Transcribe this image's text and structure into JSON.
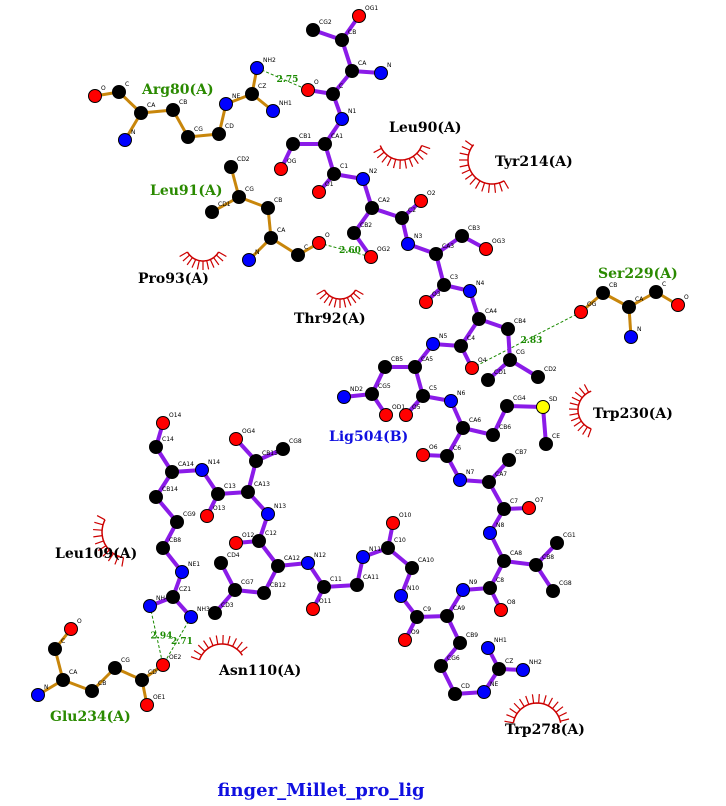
{
  "title": "finger_Millet_pro_lig",
  "colors": {
    "ligand_bond": "#8a1be8",
    "residue_bond": "#c8860b",
    "carbon": "#000000",
    "oxygen": "#ff0000",
    "nitrogen": "#0000ff",
    "sulfur": "#ffff00",
    "hbond": "#1a8a00",
    "hydrophobic": "#cc0000",
    "hbond_residue": "#2a8a00",
    "hydrophobic_residue": "#000000",
    "ligand_label": "#1010e0"
  },
  "residues": {
    "arg80": "Arg80(A)",
    "leu90": "Leu90(A)",
    "tyr214": "Tyr214(A)",
    "leu91": "Leu91(A)",
    "pro93": "Pro93(A)",
    "thr92": "Thr92(A)",
    "ser229": "Ser229(A)",
    "lig504": "Lig504(B)",
    "trp230": "Trp230(A)",
    "leu109": "Leu109(A)",
    "asn110": "Asn110(A)",
    "glu234": "Glu234(A)",
    "trp278": "Trp278(A)"
  },
  "hbonds": {
    "h1": "2.75",
    "h2": "2.60",
    "h3": "2.83",
    "h4": "2.94",
    "h5": "2.71"
  },
  "atoms": {
    "lOG1": [
      "OG1",
      "O"
    ],
    "lCG2": [
      "CG2",
      "C"
    ],
    "lCB": [
      "CB",
      "C"
    ],
    "lCA": [
      "CA",
      "C"
    ],
    "lN": [
      "N",
      "N"
    ],
    "lC": [
      "C",
      "C"
    ],
    "lO": [
      "O",
      "O"
    ],
    "lN1": [
      "N1",
      "N"
    ],
    "lCA1": [
      "CA1",
      "C"
    ],
    "lCB1": [
      "CB1",
      "C"
    ],
    "lOG": [
      "OG",
      "O"
    ],
    "lC1": [
      "C1",
      "C"
    ],
    "lO1": [
      "O1",
      "O"
    ],
    "lN2": [
      "N2",
      "N"
    ],
    "lCA2": [
      "CA2",
      "C"
    ],
    "lC2": [
      "C2",
      "C"
    ],
    "lO2": [
      "O2",
      "O"
    ],
    "lCB2": [
      "CB2",
      "C"
    ],
    "lOG2": [
      "OG2",
      "O"
    ],
    "lN3": [
      "N3",
      "N"
    ],
    "lCA3": [
      "CA3",
      "C"
    ],
    "lCB3": [
      "CB3",
      "C"
    ],
    "lOG3": [
      "OG3",
      "O"
    ],
    "lC3": [
      "C3",
      "C"
    ],
    "lO3": [
      "O3",
      "O"
    ],
    "lN4": [
      "N4",
      "N"
    ],
    "lCA4": [
      "CA4",
      "C"
    ],
    "lCB4": [
      "CB4",
      "C"
    ],
    "lCG": [
      "CG",
      "C"
    ],
    "lCD1": [
      "CD1",
      "C"
    ],
    "lCD2": [
      "CD2",
      "C"
    ],
    "lC4": [
      "C4",
      "C"
    ],
    "lO4": [
      "O4",
      "O"
    ],
    "lN5": [
      "N5",
      "N"
    ],
    "lCA5": [
      "CA5",
      "C"
    ],
    "lCB5": [
      "CB5",
      "C"
    ],
    "lCG5": [
      "CG5",
      "C"
    ],
    "lN15": [
      "ND2",
      "N"
    ],
    "lOD": [
      "OD1",
      "O"
    ],
    "lC5": [
      "C5",
      "C"
    ],
    "lO5": [
      "O5",
      "O"
    ],
    "lN6": [
      "N6",
      "N"
    ],
    "lCA6": [
      "CA6",
      "C"
    ],
    "lCB6": [
      "CB6",
      "C"
    ],
    "lCG4": [
      "CG4",
      "C"
    ],
    "lSD": [
      "SD",
      "S"
    ],
    "lCE": [
      "CE",
      "C"
    ],
    "lC6": [
      "C6",
      "C"
    ],
    "lO6": [
      "O6",
      "O"
    ],
    "lN7": [
      "N7",
      "N"
    ],
    "lCA7": [
      "CA7",
      "C"
    ],
    "lCB7": [
      "CB7",
      "C"
    ],
    "lC7": [
      "C7",
      "C"
    ],
    "lO7": [
      "O7",
      "O"
    ],
    "lN8": [
      "N8",
      "N"
    ],
    "lCA8": [
      "CA8",
      "C"
    ],
    "lCB8": [
      "CB8",
      "C"
    ],
    "lCG1": [
      "CG1",
      "C"
    ],
    "lCG8": [
      "CG8",
      "C"
    ],
    "lC8": [
      "C8",
      "C"
    ],
    "lO8": [
      "O8",
      "O"
    ],
    "lN9": [
      "N9",
      "N"
    ],
    "lCA9": [
      "CA9",
      "C"
    ],
    "lCB9": [
      "CB9",
      "C"
    ],
    "lCG6": [
      "CG6",
      "C"
    ],
    "lCDr": [
      "CD",
      "C"
    ],
    "lNE": [
      "NE",
      "N"
    ],
    "lCZ": [
      "CZ",
      "C"
    ],
    "lNH1": [
      "NH1",
      "N"
    ],
    "lNH2": [
      "NH2",
      "N"
    ],
    "lC9": [
      "C9",
      "C"
    ],
    "lO9": [
      "O9",
      "O"
    ],
    "lN10": [
      "N10",
      "N"
    ],
    "lCA10": [
      "CA10",
      "C"
    ],
    "lC10": [
      "C10",
      "C"
    ],
    "lO10": [
      "O10",
      "O"
    ],
    "lN11": [
      "N11",
      "N"
    ],
    "lCA11": [
      "CA11",
      "C"
    ],
    "lC11": [
      "C11",
      "C"
    ],
    "lO11": [
      "O11",
      "O"
    ],
    "lN12": [
      "N12",
      "N"
    ],
    "lCA12": [
      "CA12",
      "C"
    ],
    "lCB12": [
      "CB12",
      "C"
    ],
    "lCG7": [
      "CG7",
      "C"
    ],
    "lCD4": [
      "CD4",
      "C"
    ],
    "lCD3": [
      "CD3",
      "C"
    ],
    "lC12": [
      "C12",
      "C"
    ],
    "lO12": [
      "O12",
      "O"
    ],
    "lN13": [
      "N13",
      "N"
    ],
    "lCA13": [
      "CA13",
      "C"
    ],
    "lCB13": [
      "CB13",
      "C"
    ],
    "lOG4": [
      "OG4",
      "O"
    ],
    "lCG8b": [
      "CG8",
      "C"
    ],
    "lC13": [
      "C13",
      "C"
    ],
    "lO13": [
      "O13",
      "O"
    ],
    "lN14": [
      "N14",
      "N"
    ],
    "lCA14": [
      "CA14",
      "C"
    ],
    "lC14": [
      "C14",
      "C"
    ],
    "lO14": [
      "O14",
      "O"
    ],
    "lCB14": [
      "CB14",
      "C"
    ],
    "lCG9": [
      "CG9",
      "C"
    ],
    "lCB8x": [
      "CB8",
      "C"
    ],
    "lNE1": [
      "NE1",
      "N"
    ],
    "lCZ1": [
      "CZ1",
      "C"
    ],
    "lNH4": [
      "NH4",
      "N"
    ],
    "lNH3": [
      "NH3",
      "N"
    ],
    "aO": [
      "O",
      "O"
    ],
    "aC": [
      "C",
      "C"
    ],
    "aCA": [
      "CA",
      "C"
    ],
    "aN": [
      "N",
      "N"
    ],
    "aCB": [
      "CB",
      "C"
    ],
    "aCG": [
      "CG",
      "C"
    ],
    "aCD": [
      "CD",
      "C"
    ],
    "aNE": [
      "NE",
      "N"
    ],
    "aCZ": [
      "CZ",
      "C"
    ],
    "aNH2": [
      "NH2",
      "N"
    ],
    "aNH1": [
      "NH1",
      "N"
    ],
    "bCD2": [
      "CD2",
      "C"
    ],
    "bCG": [
      "CG",
      "C"
    ],
    "bCD1": [
      "CD1",
      "C"
    ],
    "bCB": [
      "CB",
      "C"
    ],
    "bCA": [
      "CA",
      "C"
    ],
    "bN": [
      "N",
      "N"
    ],
    "bC": [
      "C",
      "C"
    ],
    "bO": [
      "O",
      "O"
    ],
    "sOG": [
      "OG",
      "O"
    ],
    "sCB": [
      "CB",
      "C"
    ],
    "sCA": [
      "CA",
      "C"
    ],
    "sC": [
      "C",
      "C"
    ],
    "sO": [
      "O",
      "O"
    ],
    "sN": [
      "N",
      "N"
    ],
    "gO": [
      "O",
      "O"
    ],
    "gC": [
      "C",
      "C"
    ],
    "gCA": [
      "CA",
      "C"
    ],
    "gN": [
      "N",
      "N"
    ],
    "gCB": [
      "CB",
      "C"
    ],
    "gCG": [
      "CG",
      "C"
    ],
    "gCD": [
      "CD",
      "C"
    ],
    "gOE2": [
      "OE2",
      "O"
    ],
    "gOE1": [
      "OE1",
      "O"
    ]
  }
}
